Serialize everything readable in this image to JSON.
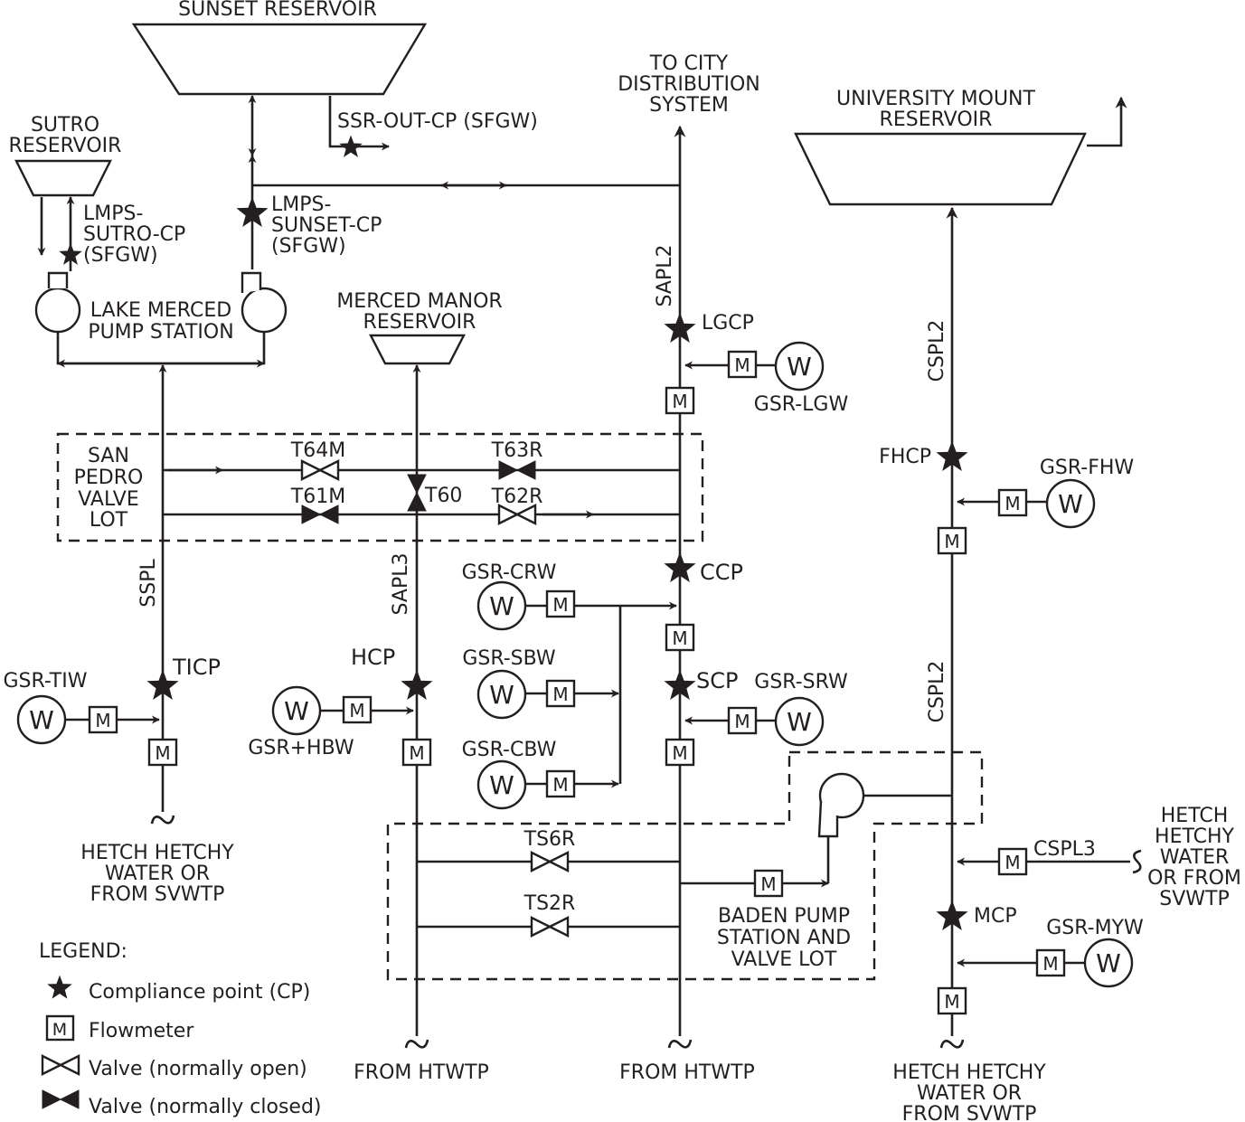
{
  "reservoirs": {
    "sunset": "SUNSET RESERVOIR",
    "sutro": [
      "SUTRO",
      "RESERVOIR"
    ],
    "university_mount": [
      "UNIVERSITY MOUNT",
      "RESERVOIR"
    ],
    "merced_manor": [
      "MERCED MANOR",
      "RESERVOIR"
    ]
  },
  "destinations": {
    "city": [
      "TO CITY",
      "DISTRIBUTION",
      "SYSTEM"
    ]
  },
  "compliance_points": {
    "ssr_out": "SSR-OUT-CP (SFGW)",
    "lmps_sutro": [
      "LMPS-",
      "SUTRO-CP",
      "(SFGW)"
    ],
    "lmps_sunset": [
      "LMPS-",
      "SUNSET-CP",
      "(SFGW)"
    ],
    "lgcp": "LGCP",
    "fhcp": "FHCP",
    "ccp": "CCP",
    "scp": "SCP",
    "ticp": "TICP",
    "hcp": "HCP",
    "mcp": "MCP"
  },
  "pump_stations": {
    "lake_merced": [
      "LAKE MERCED",
      "PUMP STATION"
    ],
    "baden": [
      "BADEN PUMP",
      "STATION AND",
      "VALVE LOT"
    ]
  },
  "valve_lots": {
    "san_pedro": [
      "SAN",
      "PEDRO",
      "VALVE",
      "LOT"
    ]
  },
  "valves": {
    "t64m": "T64M",
    "t63r": "T63R",
    "t61m": "T61M",
    "t60": "T60",
    "t62r": "T62R",
    "ts6r": "TS6R",
    "ts2r": "TS2R"
  },
  "pipelines": {
    "sapl2": "SAPL2",
    "sspl": "SSPL",
    "sapl3": "SAPL3",
    "cspl2_upper": "CSPL2",
    "cspl2_lower": "CSPL2",
    "cspl3": "CSPL3"
  },
  "wells": {
    "lgw": "GSR-LGW",
    "fhw": "GSR-FHW",
    "crw": "GSR-CRW",
    "sbw": "GSR-SBW",
    "cbw": "GSR-CBW",
    "srw": "GSR-SRW",
    "tiw": "GSR-TIW",
    "hbw": "GSR+HBW",
    "myw": "GSR-MYW"
  },
  "symbols": {
    "well_letter": "W",
    "meter_letter": "M"
  },
  "sources": {
    "hh_left": [
      "HETCH HETCHY",
      "WATER OR",
      "FROM SVWTP"
    ],
    "htwtp_1": "FROM HTWTP",
    "htwtp_2": "FROM HTWTP",
    "hh_bottom_right": [
      "HETCH HETCHY",
      "WATER OR",
      "FROM SVWTP"
    ],
    "hh_right": [
      "HETCH",
      "HETCHY",
      "WATER",
      "OR FROM",
      "SVWTP"
    ]
  },
  "legend": {
    "title": "LEGEND:",
    "items": [
      {
        "symbol": "star",
        "label": "Compliance point (CP)"
      },
      {
        "symbol": "meter",
        "label": "Flowmeter"
      },
      {
        "symbol": "valve-open",
        "label": "Valve (normally open)"
      },
      {
        "symbol": "valve-closed",
        "label": "Valve (normally closed)"
      }
    ]
  }
}
